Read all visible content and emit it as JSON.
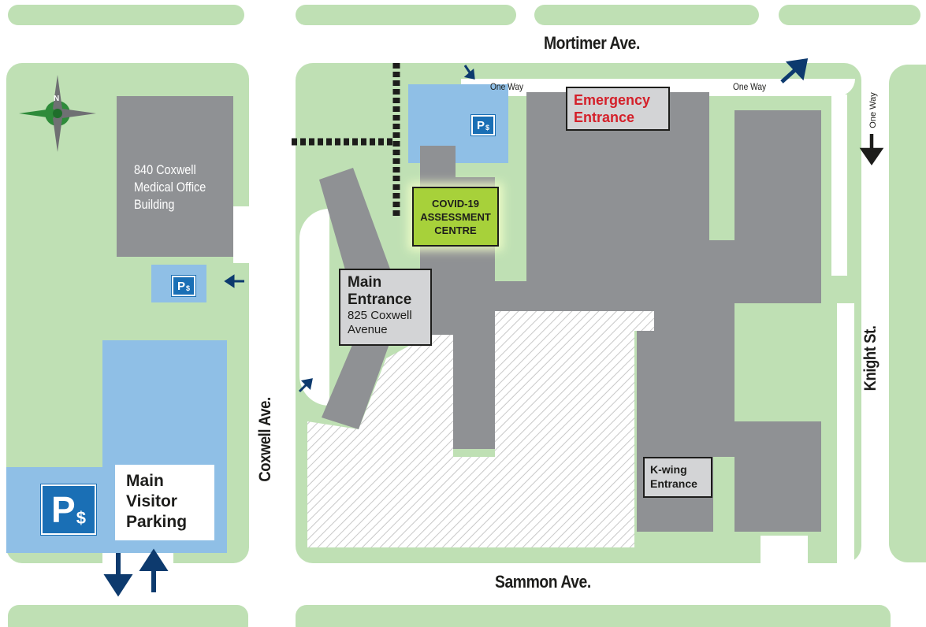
{
  "streets": {
    "north": "Mortimer Ave.",
    "south": "Sammon Ave.",
    "west": "Coxwell Ave.",
    "east": "Knight St."
  },
  "one_way": {
    "left": "One Way",
    "right": "One Way",
    "east": "One Way"
  },
  "buildings": {
    "medical_office": {
      "line1": "840 Coxwell",
      "line2": "Medical Office",
      "line3": "Building"
    }
  },
  "entrances": {
    "emergency": {
      "line1": "Emergency",
      "line2": "Entrance",
      "color": "#d4202a"
    },
    "main": {
      "line1": "Main",
      "line2": "Entrance",
      "line3": "825 Coxwell",
      "line4": "Avenue"
    },
    "kwing": {
      "line1": "K-wing",
      "line2": "Entrance"
    }
  },
  "covid": {
    "line1": "COVID-19",
    "line2": "ASSESSMENT",
    "line3": "CENTRE",
    "color": "#a7d13a"
  },
  "parking": {
    "main_visitor": {
      "line1": "Main",
      "line2": "Visitor",
      "line3": "Parking"
    },
    "symbol_p": "P",
    "symbol_dollar": "$"
  },
  "compass": {
    "north": "N"
  },
  "colors": {
    "green_space": "#bfe0b4",
    "building": "#8f9194",
    "parking_lot": "#8fbfe6",
    "parking_sign": "#1a6fb5",
    "arrow": "#0d3a6e"
  }
}
